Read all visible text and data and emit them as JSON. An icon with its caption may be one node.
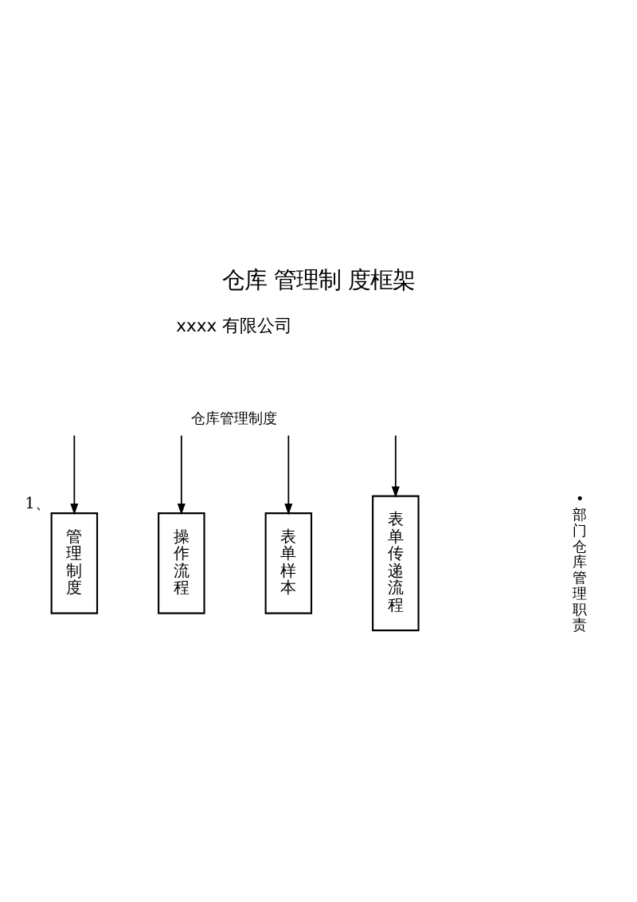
{
  "diagram": {
    "title": "仓库 管理制 度框架",
    "nodes": [
      {
        "text": [
          "仓库管理制度"
        ]
      },
      {
        "text": [
          "管理制度"
        ],
        "beside": [
          "1、"
        ]
      },
      {
        "text": [
          "操作流程"
        ]
      },
      {
        "text": [
          "表单样本"
        ]
      },
      {
        "text": [
          "表单传递流程"
        ]
      }
    ],
    "edges": [
      {
        "from": 0,
        "to": 1,
        "arrow": "to"
      },
      {
        "from": 0,
        "to": 2,
        "arrow": "to"
      },
      {
        "from": 0,
        "to": 3,
        "arrow": "to"
      },
      {
        "from": 0,
        "to": 4,
        "arrow": "to"
      }
    ],
    "labels": [
      "xxxx 有限公司",
      "• 部门仓库管理职责"
    ]
  }
}
